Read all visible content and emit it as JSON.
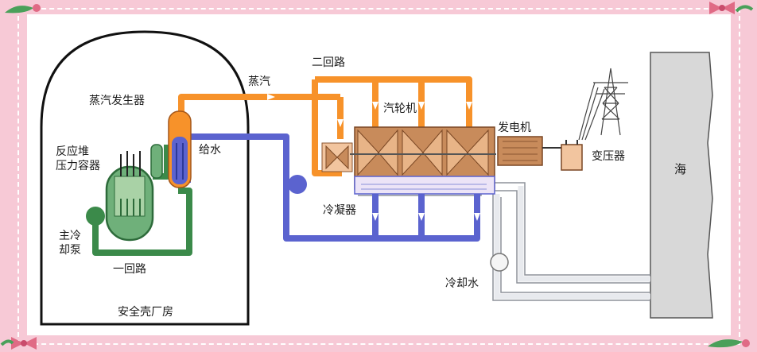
{
  "labels": {
    "steam_generator": "蒸汽发生器",
    "reactor_vessel": "反应堆\n压力容器",
    "main_pump": "主冷\n却泵",
    "primary_loop": "一回路",
    "containment": "安全壳厂房",
    "steam": "蒸汽",
    "feedwater": "给水",
    "secondary_loop": "二回路",
    "turbine": "汽轮机",
    "condenser": "冷凝器",
    "generator": "发电机",
    "transformer": "变压器",
    "cooling_water": "冷却水",
    "sea": "海"
  },
  "colors": {
    "frame_pink": "#f7c9d6",
    "steam_orange": "#f7922a",
    "feedwater_blue": "#5b63cf",
    "primary_green": "#3b8a4a",
    "cooling_gray": "#c9ccd3",
    "turbine_brown": "#c88b5b",
    "sea_gray": "#d6d6d6"
  }
}
